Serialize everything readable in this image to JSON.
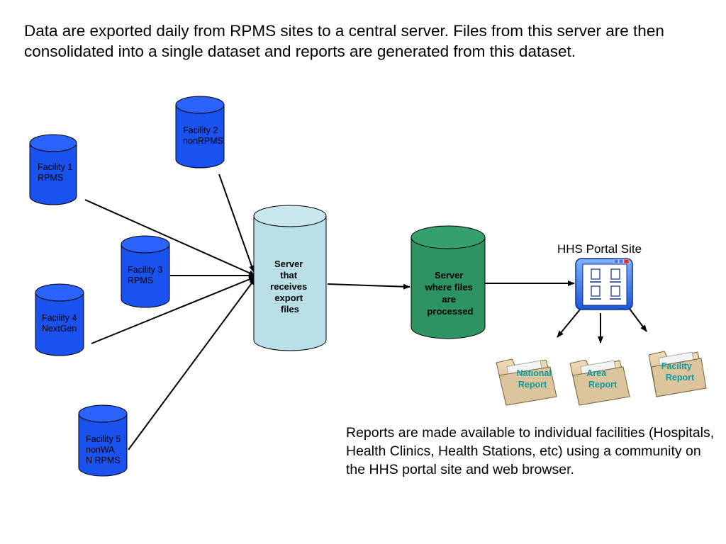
{
  "intro_text": "Data are exported daily from RPMS sites to a central server. Files from this server are then consolidated into a single dataset and reports are generated from this dataset.",
  "footer_text": "Reports are made available to individual facilities (Hospitals, Health Clinics, Health Stations, etc) using a community on the HHS portal site and web browser.",
  "facilities": [
    {
      "label_lines": [
        "Facility 1",
        "RPMS"
      ]
    },
    {
      "label_lines": [
        "Facility 2",
        "nonRPMS"
      ]
    },
    {
      "label_lines": [
        "Facility 3",
        "RPMS"
      ]
    },
    {
      "label_lines": [
        "Facility 4",
        "NextGen"
      ]
    },
    {
      "label_lines": [
        "Facility 5",
        "nonWA",
        "N RPMS"
      ]
    }
  ],
  "export_server": {
    "label_lines": [
      "Server",
      "that",
      "receives",
      "export",
      "files"
    ]
  },
  "processing_server": {
    "label_lines": [
      "Server",
      "where files",
      "are",
      "processed"
    ]
  },
  "portal": {
    "label": "HHS Portal Site",
    "icon": "portal-window-icon"
  },
  "reports": [
    {
      "label_lines": [
        "National",
        "Report"
      ],
      "icon": "folder-icon"
    },
    {
      "label_lines": [
        "Area",
        "Report"
      ],
      "icon": "folder-icon"
    },
    {
      "label_lines": [
        "Facility",
        "Report"
      ],
      "icon": "folder-icon"
    }
  ],
  "colors": {
    "facility_db": "#1a52f0",
    "export_server": "#b9e0e6",
    "processing_server": "#2e9363",
    "report_label": "#0e9aa0",
    "folder": "#dcc49c"
  }
}
